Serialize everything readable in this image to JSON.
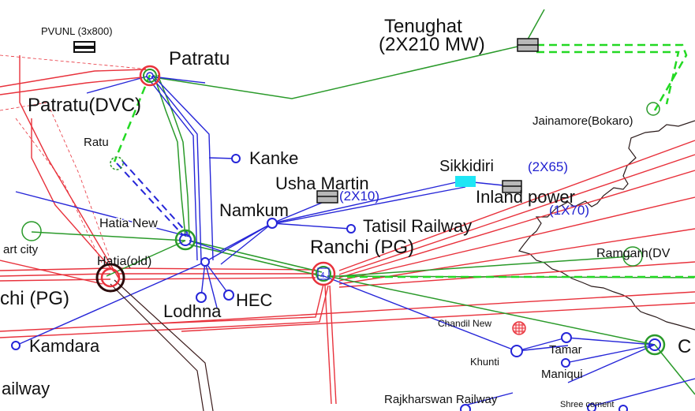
{
  "colors": {
    "line_400kv": "#e8323c",
    "line_220kv": "#2a9a2a",
    "line_132kv": "#2626d8",
    "line_dvc": "#23d923",
    "line_765kv": "#3a1a1a",
    "boundary": "#2a1a1a",
    "gen_block": "#b8b8b8",
    "hydro_fill": "#1fe6f5",
    "chandil_marker": "#e8323c"
  },
  "labels": {
    "pvunl": "PVUNL (3x800)",
    "tenughat_name": "Tenughat",
    "tenughat_cap": "(2X210 MW)",
    "patratu": "Patratu",
    "patratu_dvc": "Patratu(DVC)",
    "jainamore": "Jainamore(Bokaro)",
    "ratu": "Ratu",
    "kanke": "Kanke",
    "sikkidiri_name": "Sikkidiri",
    "sikkidiri_cap": "(2X65)",
    "usha_martin_name": "Usha Martin",
    "usha_martin_cap": "(2X10)",
    "inland_power_name": "Inland power",
    "inland_power_cap": "(1X70)",
    "namkum": "Namkum",
    "tatisil_railway": "Tatisil Railway",
    "hatia_new": "Hatia New",
    "ranchi_pg": "Ranchi (PG)",
    "art_city": "art city",
    "hatia_old": "Hatia(old)",
    "ranchi_pg_left": "chi (PG)",
    "ramgarh": "Ramgarh(DV",
    "hec": "HEC",
    "lodhna": "Lodhna",
    "chandil_new": "Chandil New",
    "tamar": "Tamar",
    "khunti": "Khunti",
    "maniqui": "Maniqui",
    "kamdara": "Kamdara",
    "ailway": "ailway",
    "rajkharswan_railway": "Rajkharswan Railway",
    "shree_cement": "Shree cement",
    "right_edge_c": "C",
    "ranchi_symbol": "4"
  }
}
